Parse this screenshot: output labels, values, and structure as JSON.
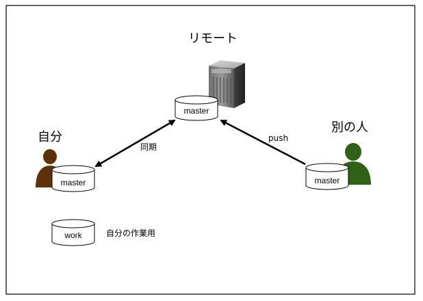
{
  "labels": {
    "remote": "リモート",
    "self": "自分",
    "other": "別の人",
    "sync": "同期",
    "push": "push",
    "work_note": "自分の作業用"
  },
  "databases": {
    "remote_master": "master",
    "self_master": "master",
    "other_master": "master",
    "self_work": "work"
  },
  "colors": {
    "self_person": "#5e3208",
    "other_person": "#2f6116",
    "arrow": "#000000",
    "frame": "#000000"
  },
  "icons": {
    "server": "server-tower-icon",
    "self": "person-icon",
    "other": "person-icon"
  }
}
